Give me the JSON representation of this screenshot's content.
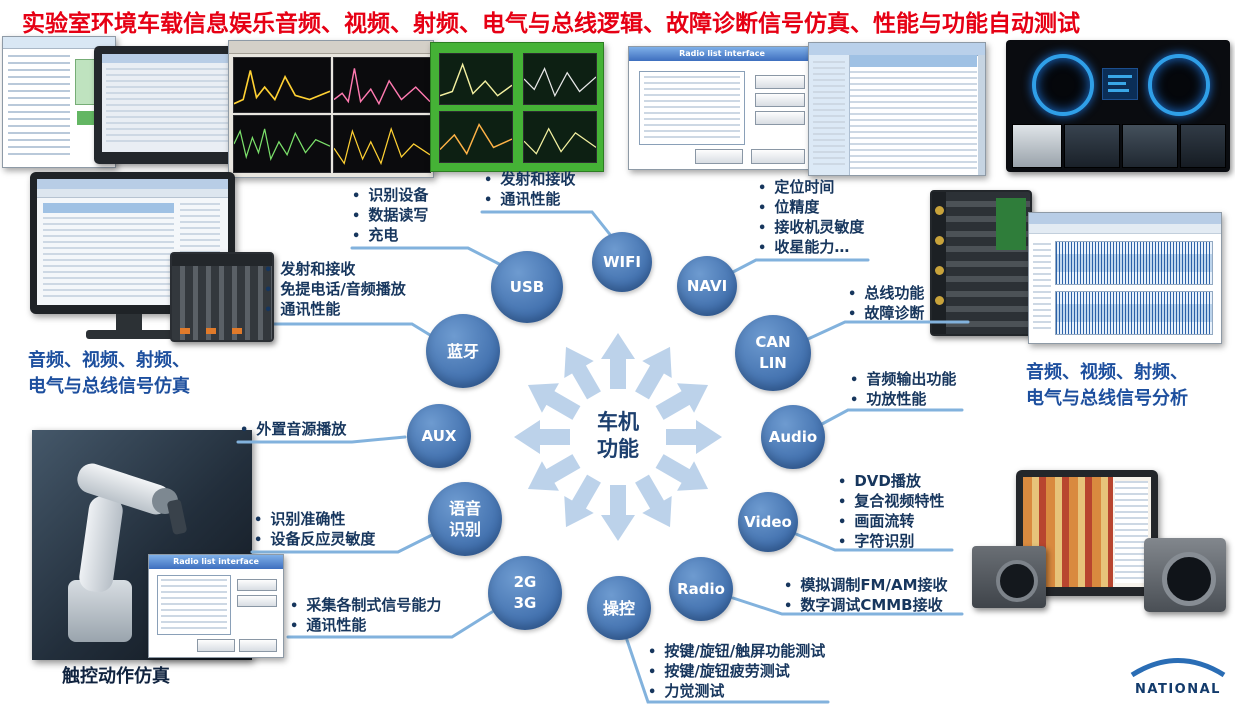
{
  "title": "实验室环境车载信息娱乐音频、视频、射频、电气与总线逻辑、故障诊断信号仿真、性能与功能自动测试",
  "hub": {
    "line1": "车机",
    "line2": "功能"
  },
  "nodes": {
    "usb": {
      "label": "USB"
    },
    "wifi": {
      "label": "WIFI"
    },
    "navi": {
      "label": "NAVI"
    },
    "bluetooth": {
      "label": "蓝牙"
    },
    "canlin": {
      "line1": "CAN",
      "line2": "LIN"
    },
    "aux": {
      "label": "AUX"
    },
    "audio": {
      "label": "Audio"
    },
    "voice": {
      "line1": "语音",
      "line2": "识别"
    },
    "video": {
      "label": "Video"
    },
    "g2g3": {
      "line1": "2G",
      "line2": "3G"
    },
    "radio": {
      "label": "Radio"
    },
    "control": {
      "label": "操控"
    }
  },
  "annotations": {
    "usb": [
      "识别设备",
      "数据读写",
      "充电"
    ],
    "wifi": [
      "发射和接收",
      "通讯性能"
    ],
    "navi": [
      "定位时间",
      "位精度",
      "接收机灵敏度",
      "收星能力…"
    ],
    "bluetooth": [
      "发射和接收",
      "免提电话/音频播放",
      "通讯性能"
    ],
    "canlin": [
      "总线功能",
      "故障诊断"
    ],
    "aux": [
      "外置音源播放"
    ],
    "audio": [
      "音频输出功能",
      "功放性能"
    ],
    "voice": [
      "识别准确性",
      "设备反应灵敏度"
    ],
    "video": [
      "DVD播放",
      "复合视频特性",
      "画面流转",
      "字符识别"
    ],
    "g2g3": [
      "采集各制式信号能力",
      "通讯性能"
    ],
    "radio": [
      "模拟调制FM/AM接收",
      "数字调试CMMB接收"
    ],
    "control": [
      "按键/旋钮/触屏功能测试",
      "按键/旋钮疲劳测试",
      "力觉测试"
    ]
  },
  "captions": {
    "left_sim_1": "音频、视频、射频、",
    "left_sim_2": "电气与总线信号仿真",
    "right_ana_1": "音频、视频、射频、",
    "right_ana_2": "电气与总线信号分析",
    "touch": "触控动作仿真"
  },
  "screens": {
    "radio_dialog_title": "Radio list interface",
    "robot_dialog_title": "Radio list interface"
  },
  "logo": {
    "brand": "NATIONAL"
  },
  "colors": {
    "title_red": "#e60014",
    "node_blue": "#3a69a8",
    "arrow_blue": "#bcd2ea",
    "caption_blue": "#1d4f9e",
    "annotation_navy": "#17365d"
  }
}
